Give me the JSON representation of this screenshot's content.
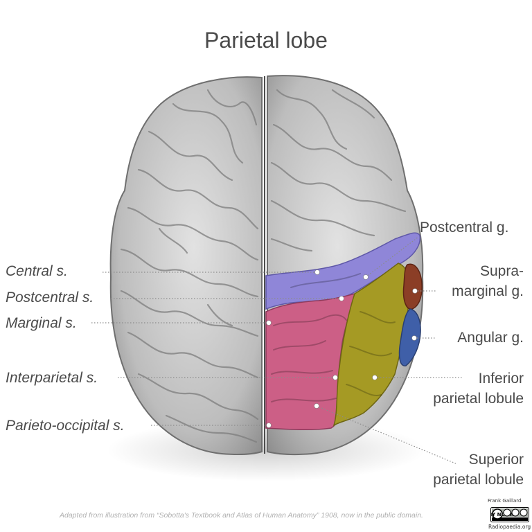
{
  "title": "Parietal lobe",
  "labels": {
    "central_s": "Central s.",
    "postcentral_s": "Postcentral s.",
    "marginal_s": "Marginal s.",
    "interparietal_s": "Interparietal s.",
    "parieto_occipital_s": "Parieto-occipital s.",
    "postcentral_g": "Postcentral g.",
    "supramarginal_g_1": "Supra-",
    "supramarginal_g_2": "marginal g.",
    "angular_g": "Angular g.",
    "inferior_parietal_1": "Inferior",
    "inferior_parietal_2": "parietal lobule",
    "superior_parietal_1": "Superior",
    "superior_parietal_2": "parietal lobule"
  },
  "footer": {
    "credit": "Adapted from illustration from “Sobotta's Textbook and Atlas of Human Anatomy” 1908, now in the public domain.",
    "author": "Frank Gaillard",
    "license": "cc BY NC SA",
    "site": "Radiopaedia.org"
  },
  "colors": {
    "postcentral_gyrus": "#8f86d8",
    "superior_parietal_lobule": "#cc5f86",
    "inferior_parietal_lobule": "#a59a24",
    "supramarginal_gyrus": "#8b3e26",
    "angular_gyrus": "#3f5fa8",
    "brain": "#c7c7c7",
    "label_text": "#4a4a4a",
    "leader_line": "#8c8c8c"
  }
}
